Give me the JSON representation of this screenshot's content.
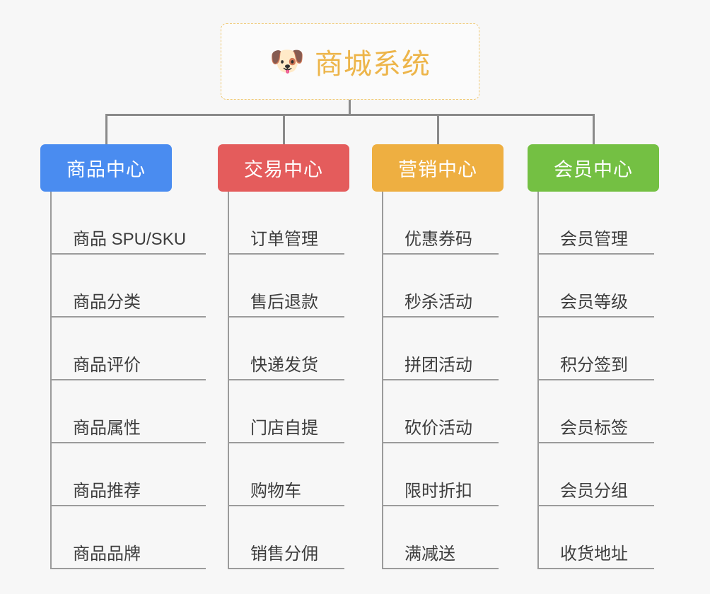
{
  "root": {
    "emoji": "🐶",
    "emoji_name": "shiba-dog-face-icon",
    "title": "商城系统",
    "title_color": "#edb54a",
    "border_color": "#f0c871"
  },
  "canvas": {
    "background": "#f7f7f7",
    "connector_color": "#8a8a8a",
    "leaf_rule_color": "#9b9b9b",
    "leaf_text_color": "#3d3d3d"
  },
  "categories": [
    {
      "label": "商品中心",
      "color": "#4a8cf0",
      "items": [
        "商品 SPU/SKU",
        "商品分类",
        "商品评价",
        "商品属性",
        "商品推荐",
        "商品品牌"
      ]
    },
    {
      "label": "交易中心",
      "color": "#e45c5c",
      "items": [
        "订单管理",
        "售后退款",
        "快递发货",
        "门店自提",
        "购物车",
        "销售分佣"
      ]
    },
    {
      "label": "营销中心",
      "color": "#eeaf41",
      "items": [
        "优惠券码",
        "秒杀活动",
        "拼团活动",
        "砍价活动",
        "限时折扣",
        "满减送"
      ]
    },
    {
      "label": "会员中心",
      "color": "#74c043",
      "items": [
        "会员管理",
        "会员等级",
        "积分签到",
        "会员标签",
        "会员分组",
        "收货地址"
      ]
    }
  ]
}
